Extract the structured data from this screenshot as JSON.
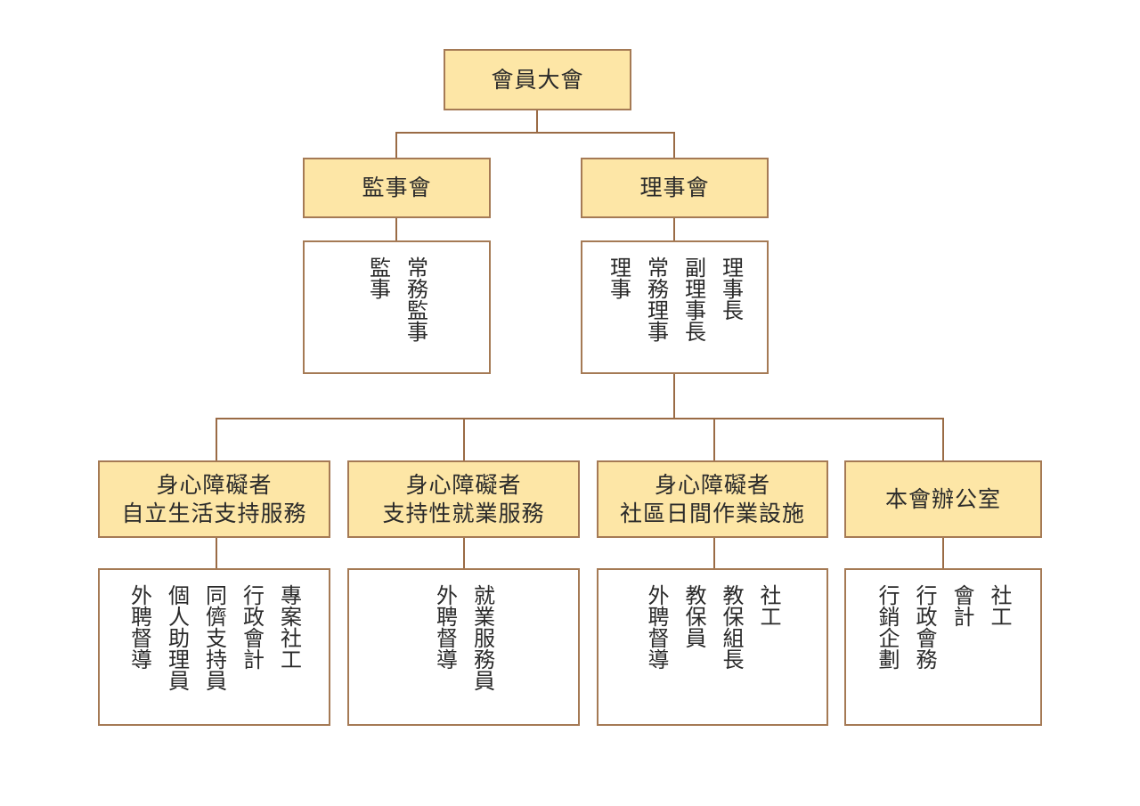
{
  "nodes": {
    "assembly": {
      "title": [
        "會員大會"
      ]
    },
    "supervisors": {
      "title": [
        "監事會"
      ]
    },
    "directors": {
      "title": [
        "理事會"
      ]
    },
    "supervisors_members": {
      "roles": [
        "常務監事",
        "監事"
      ]
    },
    "directors_members": {
      "roles": [
        "理事長",
        "副理事長",
        "常務理事",
        "理事"
      ]
    },
    "independent_living": {
      "title": [
        "身心障礙者",
        "自立生活支持服務"
      ]
    },
    "supported_employment": {
      "title": [
        "身心障礙者",
        "支持性就業服務"
      ]
    },
    "day_care": {
      "title": [
        "身心障礙者",
        "社區日間作業設施"
      ]
    },
    "office": {
      "title": [
        "本會辦公室"
      ]
    },
    "independent_living_staff": {
      "roles": [
        "專案社工",
        "行政會計",
        "同儕支持員",
        "個人助理員",
        "外聘督導"
      ]
    },
    "supported_employment_staff": {
      "roles": [
        "就業服務員",
        "外聘督導"
      ]
    },
    "day_care_staff": {
      "roles": [
        "社工",
        "教保組長",
        "教保員",
        "外聘督導"
      ]
    },
    "office_staff": {
      "roles": [
        "社工",
        "會計",
        "行政會務",
        "行銷企劃"
      ]
    }
  }
}
